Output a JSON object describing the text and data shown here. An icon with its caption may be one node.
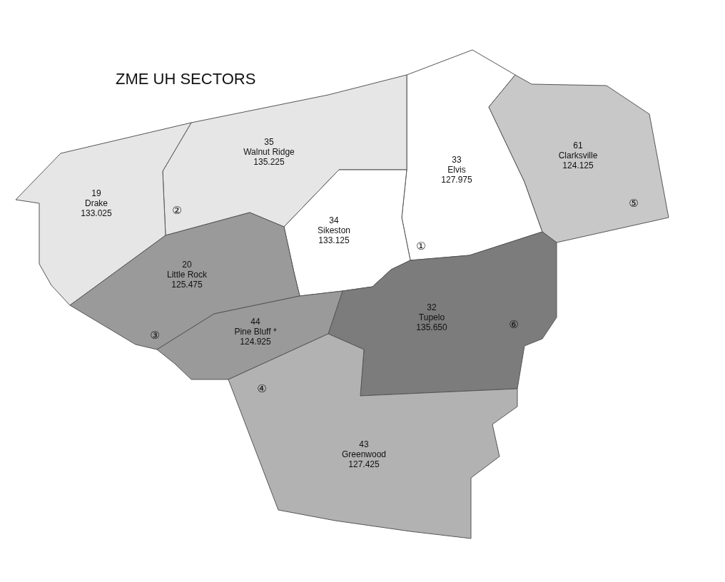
{
  "diagram": {
    "title": "ZME UH SECTORS",
    "nodes": [
      {
        "text": [
          "33",
          "Elvis",
          "127.975"
        ]
      },
      {
        "text": [
          "61",
          "Clarksville",
          "124.125"
        ]
      },
      {
        "text": [
          "35",
          "Walnut Ridge",
          "135.225"
        ]
      },
      {
        "text": [
          "19",
          "Drake",
          "133.025"
        ]
      },
      {
        "text": [
          "34",
          "Sikeston",
          "133.125"
        ]
      },
      {
        "text": [
          "20",
          "Little Rock",
          "125.475"
        ]
      },
      {
        "text": [
          "32",
          "Tupelo",
          "135.650"
        ]
      },
      {
        "text": [
          "44",
          "Pine Bluff *",
          "124.925"
        ]
      },
      {
        "text": [
          "43",
          "Greenwood",
          "127.425"
        ]
      }
    ],
    "edges": [],
    "labels": [
      "②",
      "①",
      "⑤",
      "⑥",
      "③",
      "④"
    ]
  }
}
